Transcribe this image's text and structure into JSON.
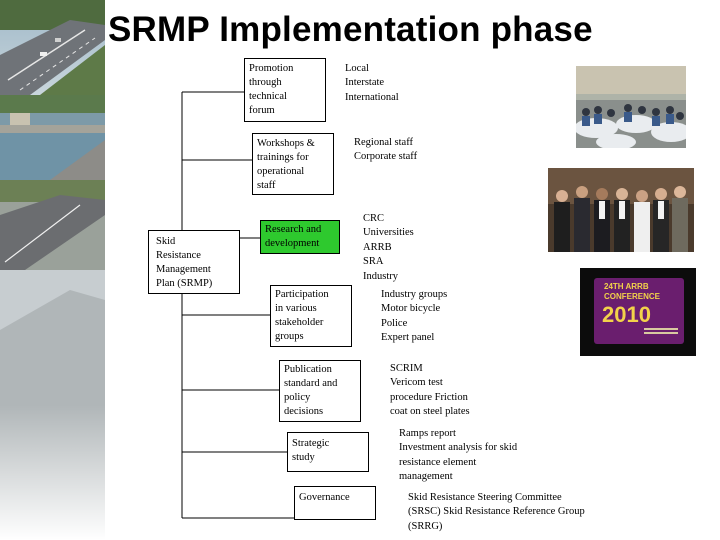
{
  "slide": {
    "title": "SRMP Implementation phase",
    "root_box": "Skid\nResistance\nManagement\nPlan (SRMP)",
    "branches": [
      {
        "box": "Promotion\nthrough\ntechnical\nforum",
        "detail": "Local\nInterstate\nInternational"
      },
      {
        "box": "Workshops &\ntrainings for\noperational\nstaff",
        "detail": "Regional staff\nCorporate staff"
      },
      {
        "box": "Research and\ndevelopment",
        "detail": "CRC\nUniversities\nARRB\nSRA\nIndustry"
      },
      {
        "box": "Participation\nin various\nstakeholder\ngroups",
        "detail": "Industry groups\nMotor bicycle\nPolice\nExpert panel"
      },
      {
        "box": "Publication\nstandard and\npolicy\ndecisions",
        "detail": "SCRIM\nVericom test\nprocedure  Friction\ncoat on steel plates"
      },
      {
        "box": "Strategic\nstudy",
        "detail": "Ramps report\nInvestment analysis for skid\nresistance element\nmanagement"
      },
      {
        "box": "Governance",
        "detail": "Skid Resistance Steering Committee\n(SRSC) Skid Resistance Reference Group\n(SRRG)"
      }
    ],
    "conference_sign": {
      "line1": "24TH ARRB",
      "line2": "CONFERENCE",
      "year": "2010"
    },
    "colors": {
      "accent_box": "#2ec92e",
      "sign_bg": "#6a1e6e",
      "sign_text": "#f2d24a"
    }
  }
}
